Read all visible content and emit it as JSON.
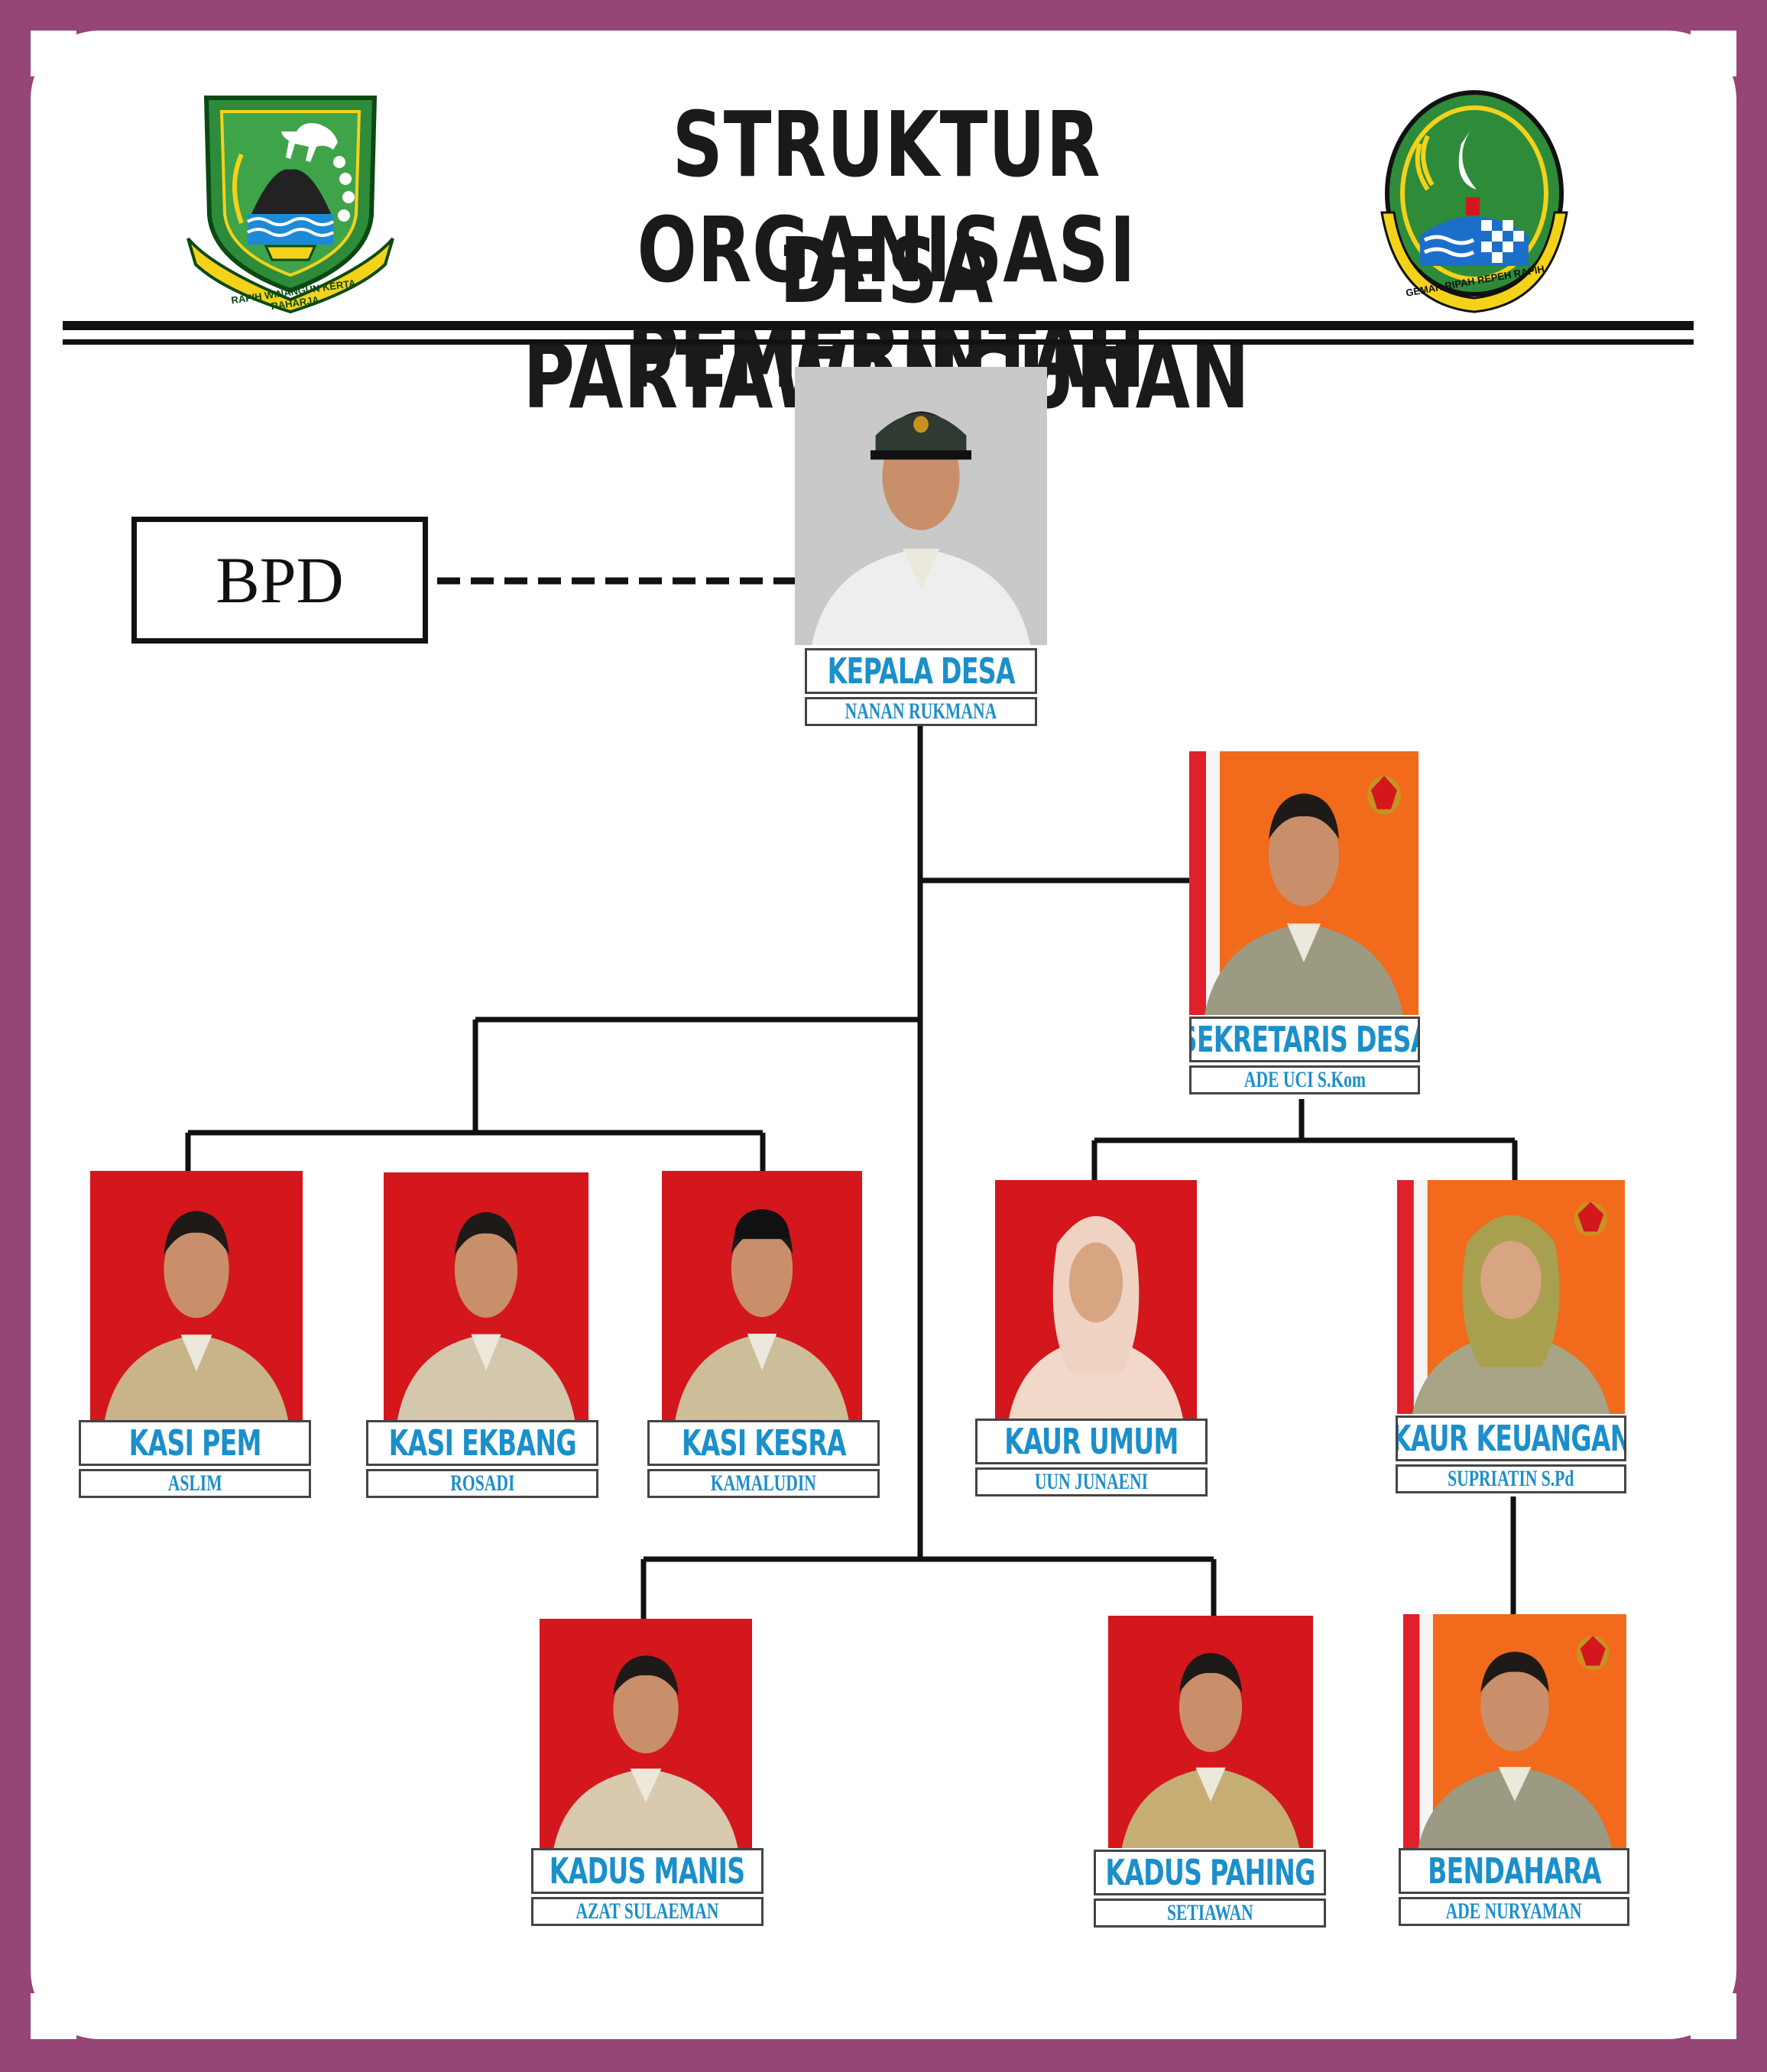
{
  "header": {
    "title_line1": "STRUKTUR ORGANISASI PEMERINTAH",
    "title_line2": "DESA PARTAWANGUNAN",
    "left_logo_motto": "RAPIH WINANGUN KERTA RAHARJA",
    "right_logo_motto": "GEMAH RIPAH REPEH RAPIH"
  },
  "bpd": {
    "label": "BPD"
  },
  "officials": [
    {
      "id": "kepala",
      "position": "KEPALA DESA",
      "name": "NANAN RUKMANA",
      "background": "#c9c9c9",
      "uniform": "#eeeeee"
    },
    {
      "id": "sekdes",
      "position": "SEKRETARIS DESA",
      "name": "ADE UCI S.Kom",
      "background": "#f26a1b",
      "uniform": "#9c9a80"
    },
    {
      "id": "kasipem",
      "position": "KASI PEM",
      "name": "ASLIM",
      "background": "#d3171d",
      "uniform": "#c9b48a"
    },
    {
      "id": "kasiekbang",
      "position": "KASI EKBANG",
      "name": "ROSADI",
      "background": "#d3171d",
      "uniform": "#d3c7ae"
    },
    {
      "id": "kasikesra",
      "position": "KASI KESRA",
      "name": "KAMALUDIN",
      "background": "#d3171d",
      "uniform": "#cdbd98"
    },
    {
      "id": "kaurumum",
      "position": "KAUR UMUM",
      "name": "UUN JUNAENI",
      "background": "#d3171d",
      "uniform": "#f1d8c8"
    },
    {
      "id": "kaurkeu",
      "position": "KAUR KEUANGAN",
      "name": "SUPRIATIN S.Pd",
      "background": "#f26a1b",
      "uniform": "#a7a586"
    },
    {
      "id": "kadusmanis",
      "position": "KADUS MANIS",
      "name": "AZAT SULAEMAN",
      "background": "#d3171d",
      "uniform": "#d9c9ae"
    },
    {
      "id": "kaduspahing",
      "position": "KADUS PAHING",
      "name": "SETIAWAN",
      "background": "#d3171d",
      "uniform": "#c6ad74"
    },
    {
      "id": "bendahara",
      "position": "BENDAHARA",
      "name": "ADE NURYAMAN",
      "background": "#f26a1b",
      "uniform": "#9c9a80"
    }
  ],
  "colors": {
    "frame": "#964577",
    "label_text": "#1b8fcb",
    "line": "#111111"
  }
}
